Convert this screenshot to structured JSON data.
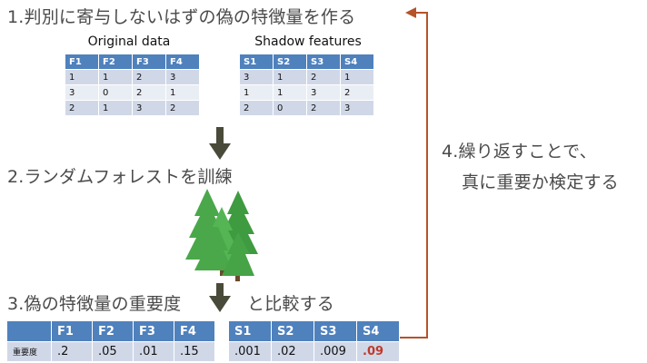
{
  "steps": {
    "step1": "1.判別に寄与しないはずの偽の特徴量を作る",
    "step2": "2.ランダムフォレストを訓練",
    "step3": "3.偽の特徴量の重要度",
    "step3b": "と比較する",
    "step4_line1": "4.繰り返すことで、",
    "step4_line2": "真に重要か検定する"
  },
  "original": {
    "title": "Original data",
    "headers": [
      "F1",
      "F2",
      "F3",
      "F4"
    ],
    "rows": [
      [
        "1",
        "1",
        "2",
        "3"
      ],
      [
        "3",
        "0",
        "2",
        "1"
      ],
      [
        "2",
        "1",
        "3",
        "2"
      ]
    ]
  },
  "shadow": {
    "title": "Shadow features",
    "headers": [
      "S1",
      "S2",
      "S3",
      "S4"
    ],
    "rows": [
      [
        "3",
        "1",
        "2",
        "1"
      ],
      [
        "1",
        "1",
        "3",
        "2"
      ],
      [
        "2",
        "0",
        "2",
        "3"
      ]
    ]
  },
  "importance_f": {
    "row_label": "重要度",
    "headers": [
      "F1",
      "F2",
      "F3",
      "F4"
    ],
    "values": [
      ".2",
      ".05",
      ".01",
      ".15"
    ]
  },
  "importance_s": {
    "headers": [
      "S1",
      "S2",
      "S3",
      "S4"
    ],
    "values": [
      ".001",
      ".02",
      ".009",
      ".09"
    ]
  },
  "colors": {
    "header_blue": "#4f81bd",
    "cell_light": "#d0d8e8",
    "tree_green": "#4aa84a",
    "arrow_dark": "#4a4a3a",
    "loop_arrow": "#b5532a",
    "highlight_red": "#c0392b"
  }
}
